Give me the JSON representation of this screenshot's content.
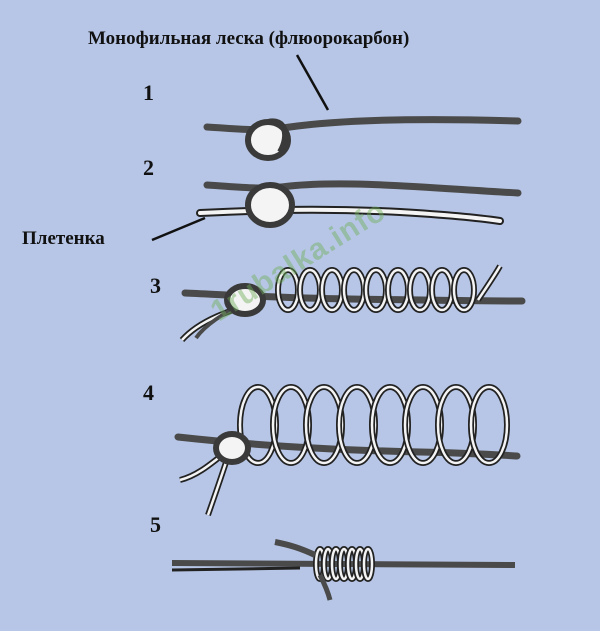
{
  "labels": {
    "mono_line": "Монофильная леска (флюорокарбон)",
    "braid": "Плетенка",
    "watermark": "1rubalka.info"
  },
  "steps": [
    "1",
    "2",
    "3",
    "4",
    "5"
  ],
  "colors": {
    "background": "#b7c6e6",
    "mono_line": "#4a4a4a",
    "braid_fill": "#f4f4f4",
    "outline": "#222222",
    "watermark": "#6fae5a"
  }
}
